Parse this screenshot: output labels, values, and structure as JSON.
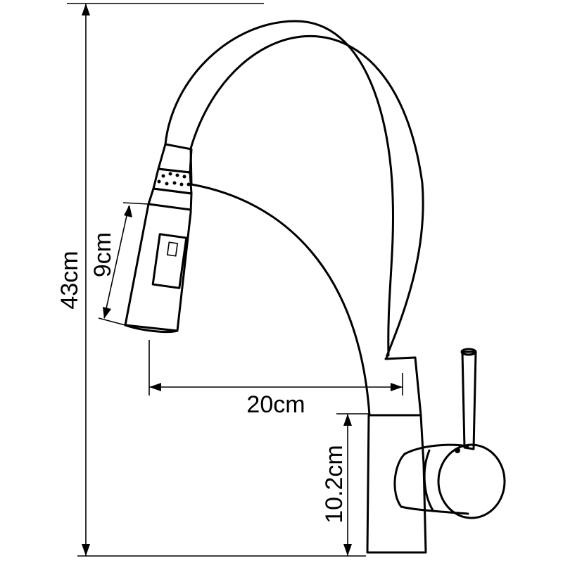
{
  "dimensions": {
    "total_height": "43cm",
    "spray_head_length": "9cm",
    "reach": "20cm",
    "spout_height": "10.2cm"
  }
}
